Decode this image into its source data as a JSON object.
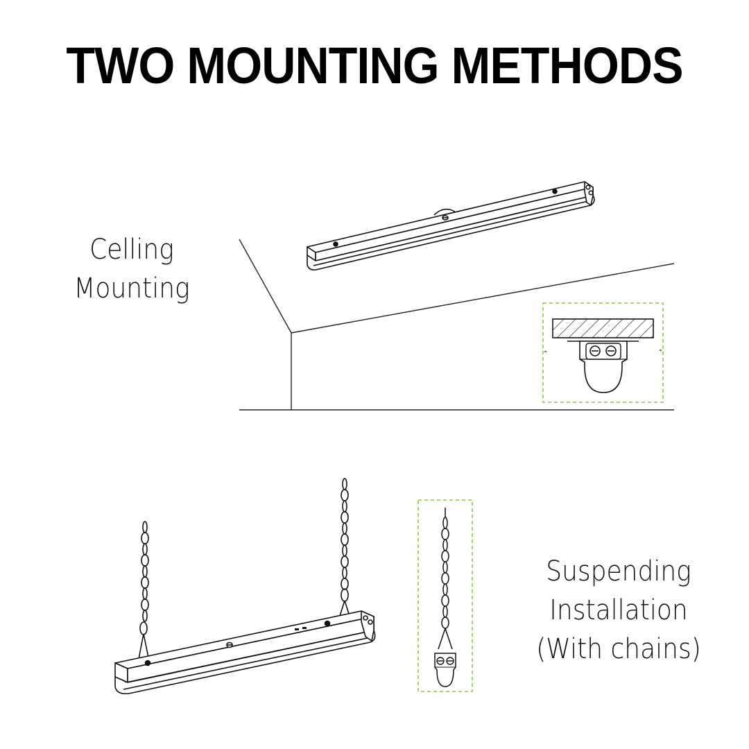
{
  "title": "TWO MOUNTING METHODS",
  "methods": [
    {
      "line1": "Celling",
      "line2": "Mounting",
      "line3": ""
    },
    {
      "line1": "Suspending",
      "line2": "Installation",
      "line3": "(With chains)"
    }
  ],
  "colors": {
    "ink": "#111111",
    "detail_box": "#8cc63f",
    "background": "#ffffff"
  }
}
